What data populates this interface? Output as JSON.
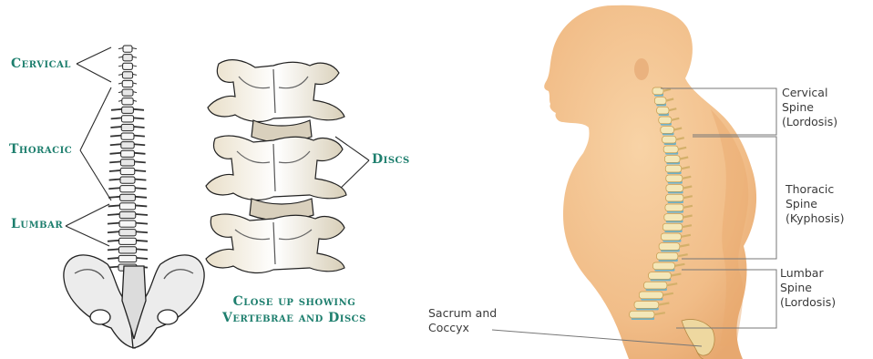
{
  "left_panel": {
    "labels": {
      "cervical": "Cervical",
      "thoracic": "Thoracic",
      "lumbar": "Lumbar",
      "discs": "Discs"
    },
    "caption": {
      "line1": "Close up showing",
      "line2": "Vertebrae and Discs"
    }
  },
  "right_panel": {
    "cervical": {
      "line1": "Cervical",
      "line2": "Spine",
      "line3": "(Lordosis)"
    },
    "thoracic": {
      "line1": "Thoracic",
      "line2": "Spine",
      "line3": "(Kyphosis)"
    },
    "lumbar": {
      "line1": "Lumbar",
      "line2": "Spine",
      "line3": "(Lordosis)"
    },
    "sacrum": {
      "line1": "Sacrum and",
      "line2": "Coccyx"
    }
  },
  "colors": {
    "label_green": "#1e7f6e",
    "skin": "#f3c28e",
    "bone": "#f4e7b8",
    "disc": "#6fb2c9"
  }
}
